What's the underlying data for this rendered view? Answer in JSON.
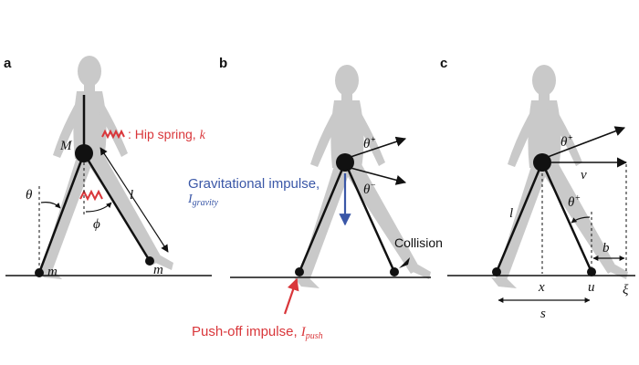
{
  "colors": {
    "silhouette": "#c9c9c9",
    "line": "#111111",
    "red": "#d9363a",
    "blue": "#3a57a7"
  },
  "panels": {
    "a": "a",
    "b": "b",
    "c": "c"
  },
  "panel_a": {
    "hip_mass": "M",
    "foot_mass_left": "m",
    "foot_mass_right": "m",
    "hip_spring_text": ": Hip spring, ",
    "hip_spring_symbol": "k",
    "angle_theta": "θ",
    "angle_phi": "ϕ",
    "leg_length": "l"
  },
  "panel_b": {
    "theta_dot_plus": "θ̇",
    "theta_dot_plus_sup": "+",
    "theta_minus": "θ",
    "theta_minus_sup": "−",
    "gravity_line1": "Gravitational impulse,",
    "gravity_symbol": "I",
    "gravity_sub": "gravity",
    "collision": "Collision",
    "pushoff_text": "Push-off impulse, ",
    "pushoff_symbol": "I",
    "pushoff_sub": "push"
  },
  "panel_c": {
    "theta_dot_plus": "θ̇",
    "theta_dot_plus_sup": "+",
    "velocity": "v",
    "theta_plus": "θ",
    "theta_plus_sup": "+",
    "leg_length": "l",
    "b": "b",
    "x": "x",
    "u": "u",
    "xi": "ξ",
    "s": "s"
  }
}
